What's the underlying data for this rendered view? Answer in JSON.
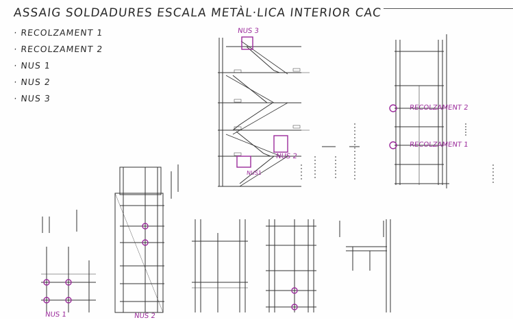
{
  "document": {
    "title": "ASSAIG SOLDADURES   ESCALA  METÀL·LICA  INTERIOR  CAC",
    "notes": [
      "· RECOLZAMENT  1",
      "· RECOLZAMENT  2",
      "· NUS  1",
      "· NUS  2",
      "· NUS  3"
    ]
  },
  "highlights": {
    "nus3": "NUS 3",
    "nus2": "NUS 2",
    "nus1": "NUS1",
    "recolzament2": "RECOLZAMENT 2",
    "recolzament1": "RECOLZAMENT 1",
    "nus1_bottom": "NUS 1",
    "nus2_bottom": "NUS 2"
  },
  "colors": {
    "ink": "#2a2a2a",
    "marker": "#9b2a9b",
    "drawing": "#333333"
  }
}
